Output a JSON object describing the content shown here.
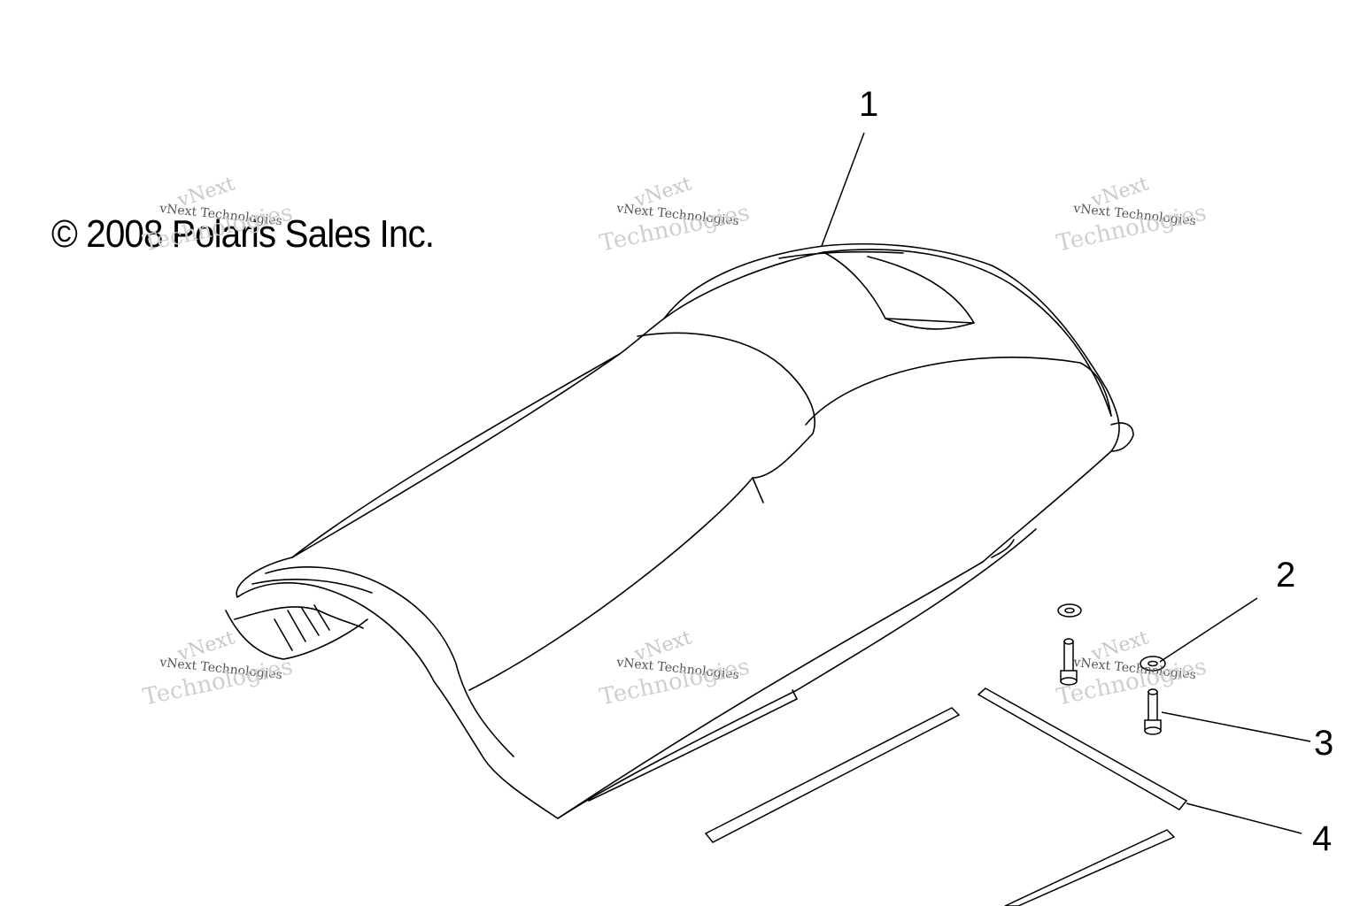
{
  "copyright": "© 2008 Polaris Sales Inc.",
  "callouts": [
    "1",
    "2",
    "3",
    "4"
  ],
  "watermark": {
    "line1": "vNext",
    "line2": "vNext Technologies",
    "line3": "Technologies"
  },
  "colors": {
    "line": "#000000",
    "background": "#ffffff",
    "watermark": "#c8c8c8"
  }
}
